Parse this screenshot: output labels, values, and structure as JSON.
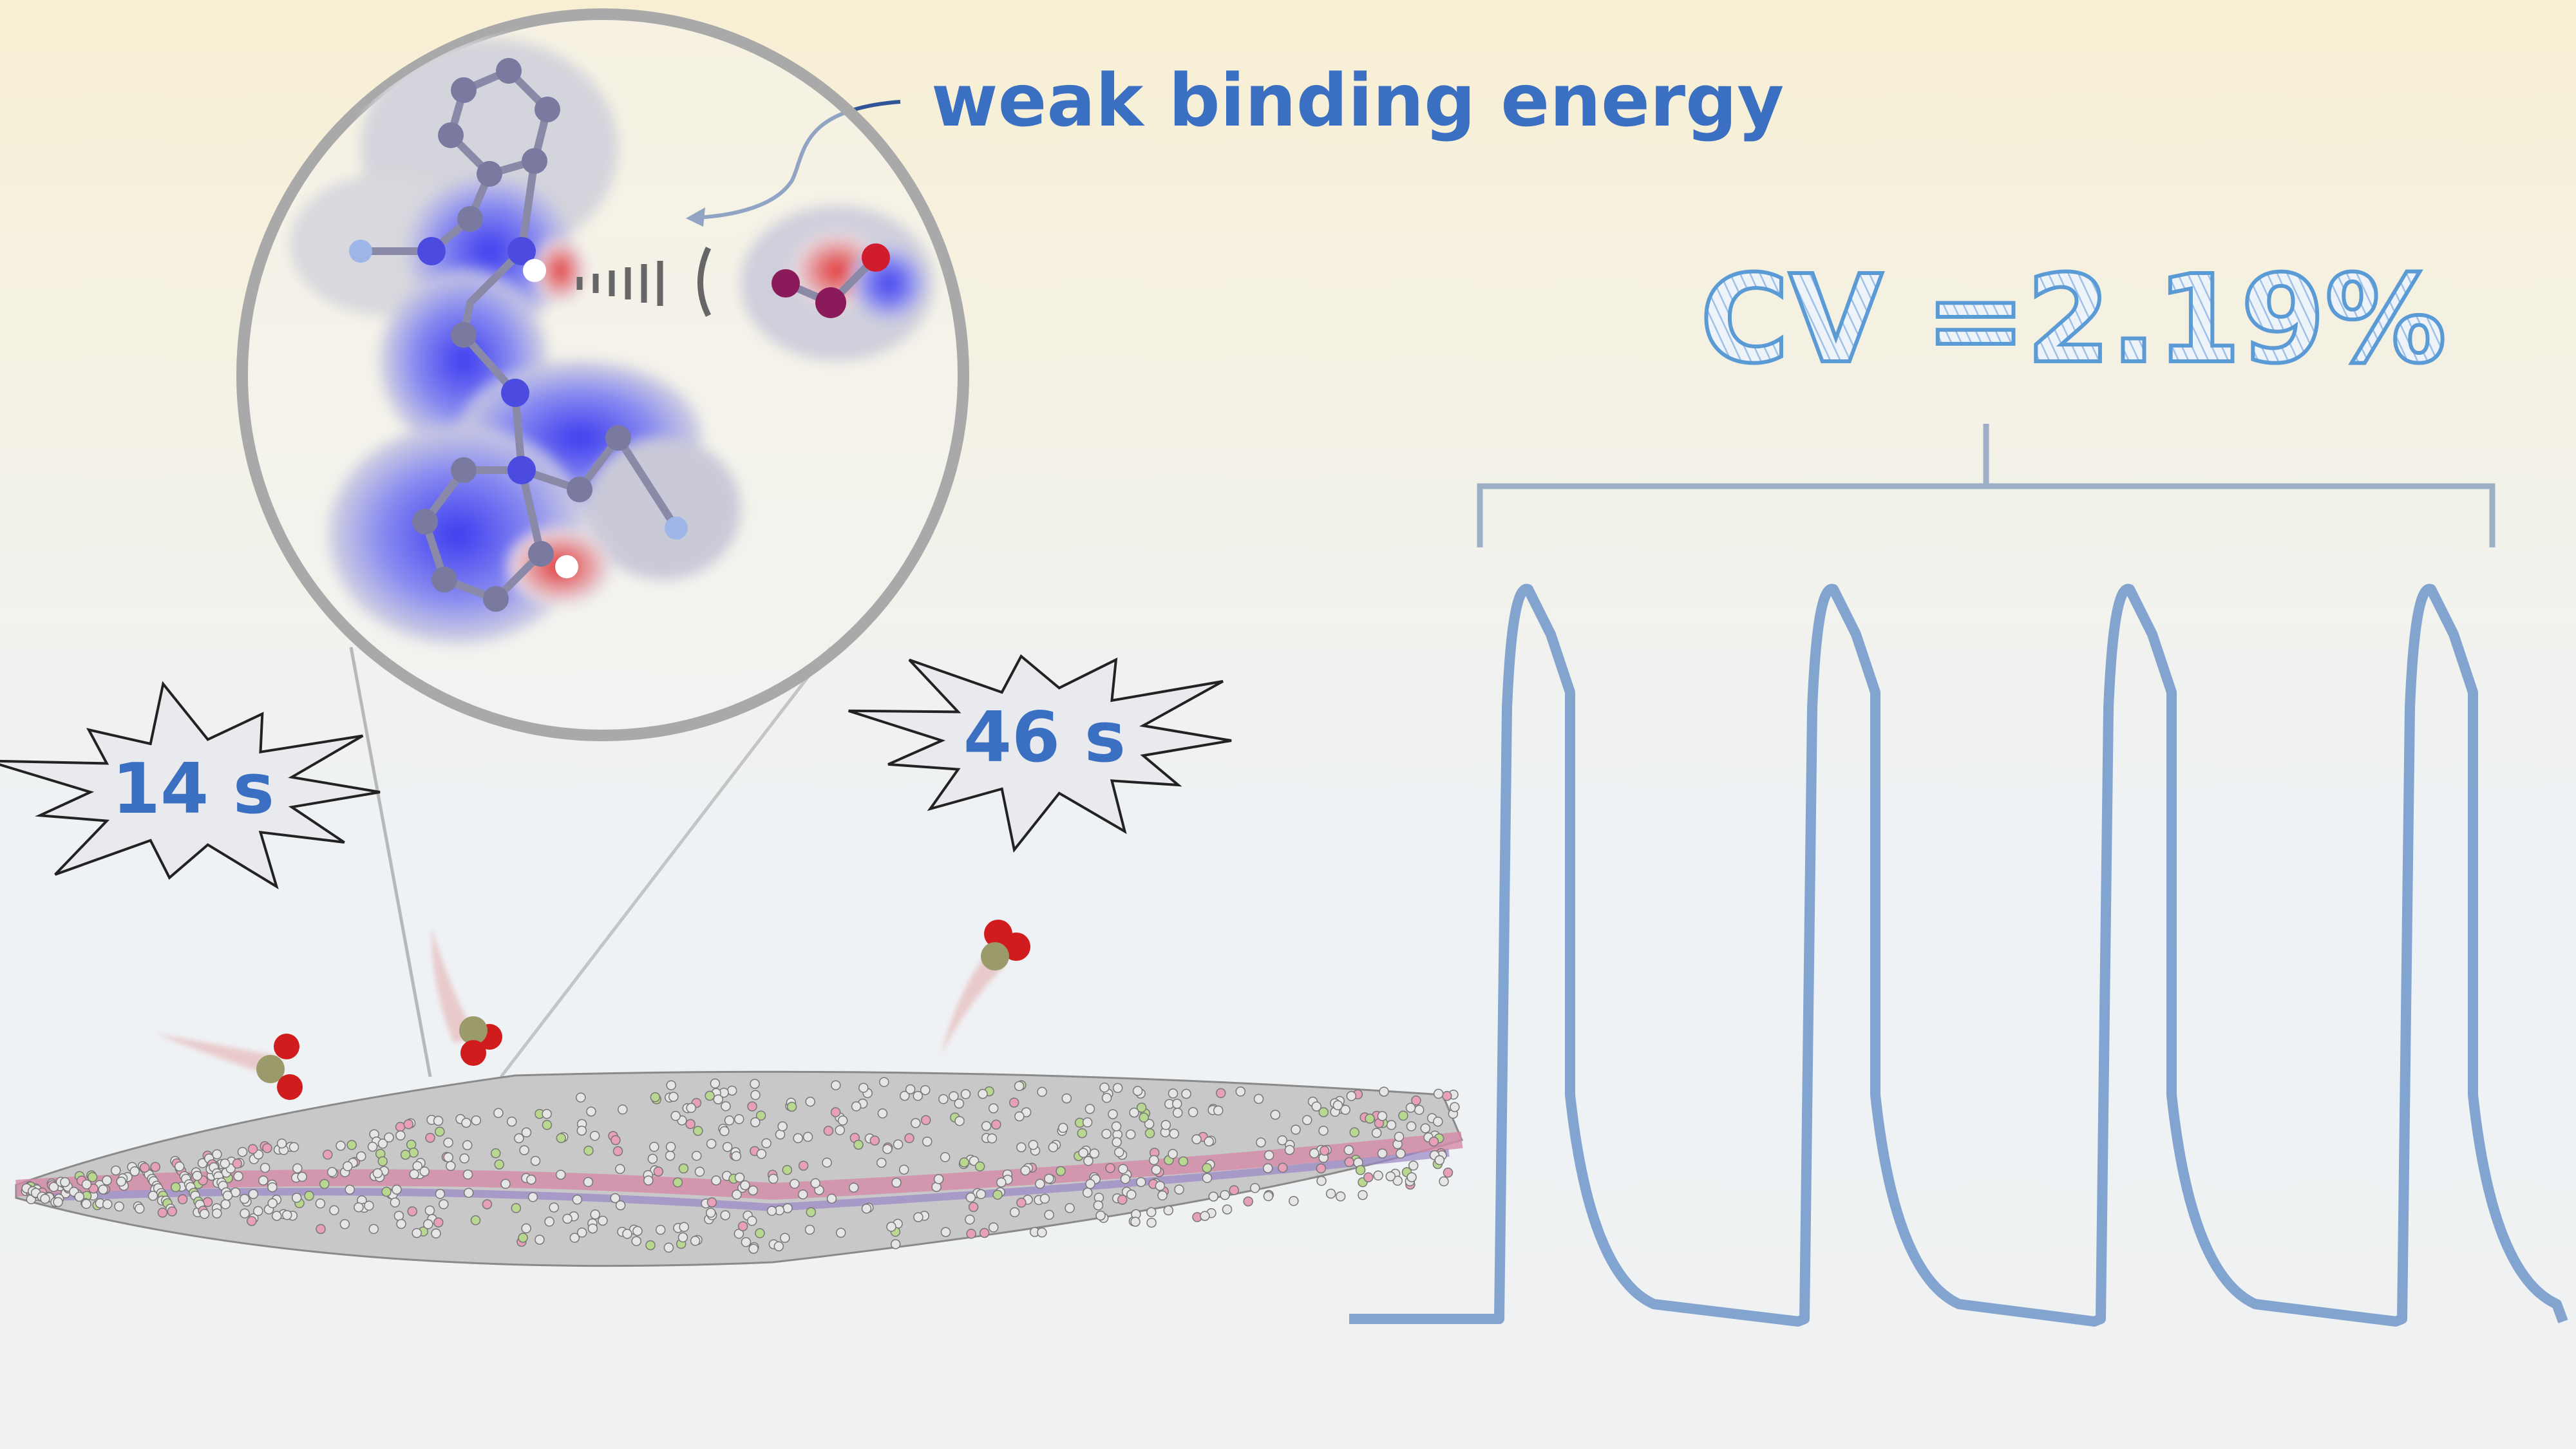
{
  "title": "weak binding energy",
  "cv_label": "CV =2.19%",
  "burst_left": "14 s",
  "burst_right": "46 s",
  "colors": {
    "accent_text": "#3b6fc1",
    "cv_outline": "#5b9bd5",
    "signal": "#6f97c9",
    "bracket": "#9cafc6",
    "bg_top": "#f8efd3",
    "bg_bottom": "#eef1f4"
  },
  "icons": [
    "magnifier-circle",
    "starburst",
    "curved-arrow"
  ]
}
